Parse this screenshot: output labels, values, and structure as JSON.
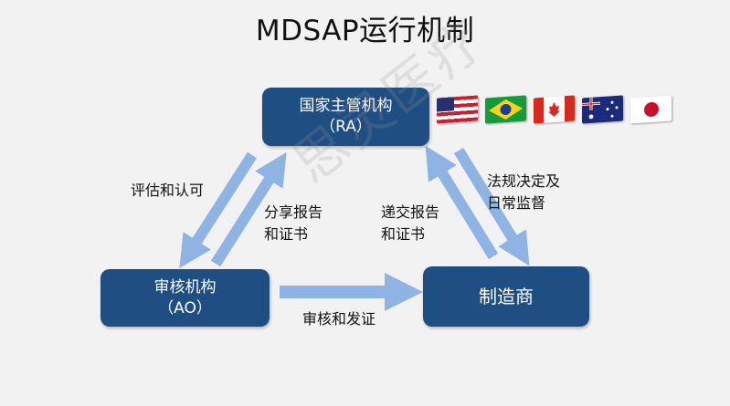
{
  "title": "MDSAP运行机制",
  "nodes": {
    "ra": {
      "line1": "国家主管机构",
      "line2": "（RA）"
    },
    "ao": {
      "line1": "审核机构",
      "line2": "（AO）"
    },
    "mfr": {
      "line1": "制造商"
    }
  },
  "edges": {
    "ra_to_ao": "评估和认可",
    "ao_to_ra": {
      "line1": "分享报告",
      "line2": "和证书"
    },
    "mfr_to_ra": {
      "line1": "递交报告",
      "line2": "和证书"
    },
    "ra_to_mfr": {
      "line1": "法规决定及",
      "line2": "日常监督"
    },
    "ao_to_mfr": "审核和发证"
  },
  "flags": [
    "us-flag-icon",
    "brazil-flag-icon",
    "canada-flag-icon",
    "australia-flag-icon",
    "japan-flag-icon"
  ],
  "watermark": "思灵医疗",
  "colors": {
    "box": "#1f4e82",
    "arrow": "#8fb4e3"
  }
}
